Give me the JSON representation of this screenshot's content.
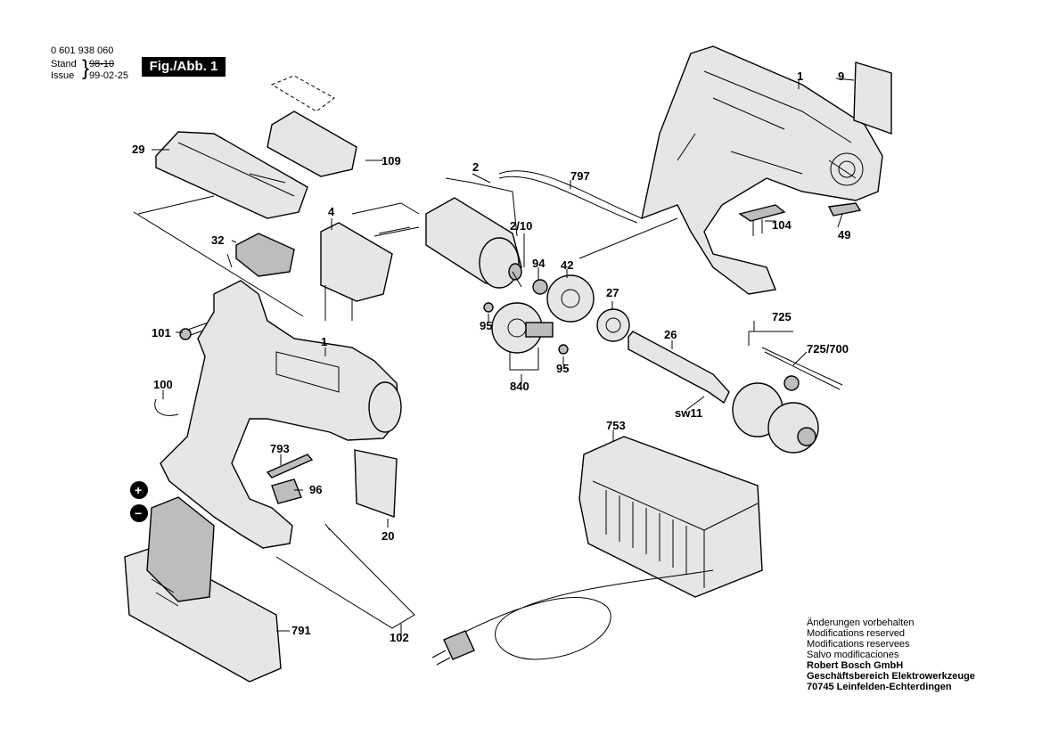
{
  "header": {
    "part_number": "0 601 938 060",
    "stand_label": "Stand",
    "stand_value": "98-10",
    "issue_label": "Issue",
    "issue_value": "99-02-25",
    "figure": "Fig./Abb. 1"
  },
  "labels": {
    "l1a": "1",
    "l9": "9",
    "l29": "29",
    "l109": "109",
    "l2": "2",
    "l797": "797",
    "l4": "4",
    "l210": "2/10",
    "l104": "104",
    "l49": "49",
    "l32": "32",
    "l94": "94",
    "l42": "42",
    "l27": "27",
    "l95a": "95",
    "l95b": "95",
    "l840": "840",
    "l101": "101",
    "l1b": "1",
    "l725": "725",
    "l725700": "725/700",
    "l26": "26",
    "lsw11": "sw11",
    "l100": "100",
    "l753": "753",
    "l793": "793",
    "l96": "96",
    "l20": "20",
    "l791": "791",
    "l102": "102",
    "plus": "+",
    "minus": "−"
  },
  "notes": [
    "Änderungen vorbehalten",
    "Modifications reserved",
    "Modifications reservees",
    "Salvo modificaciones",
    "Robert Bosch GmbH",
    "Geschäftsbereich Elektrowerkzeuge",
    "70745 Leinfelden-Echterdingen"
  ]
}
